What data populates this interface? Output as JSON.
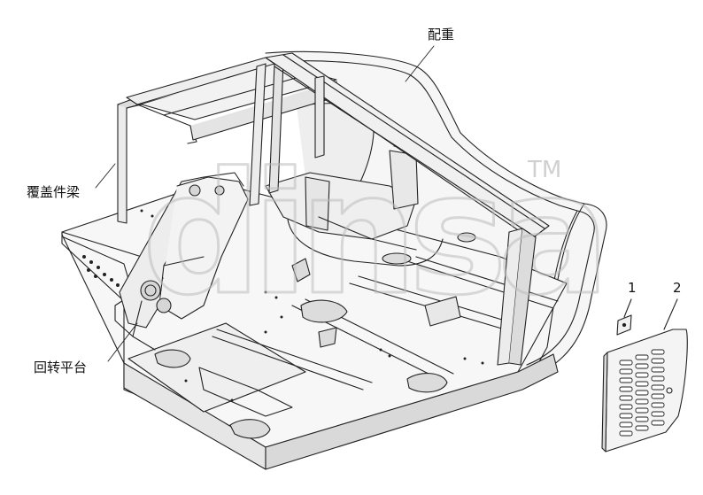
{
  "labels": {
    "counterweight": "配重",
    "cover_beam": "覆盖件梁",
    "turntable": "回转平台",
    "part1": "1",
    "part2": "2"
  },
  "watermark": {
    "text": "dinsa",
    "tm": "TM",
    "color": "#c8c8c8"
  },
  "colors": {
    "line": "#222222",
    "face_light": "#f4f4f4",
    "face_mid": "#e3e3e3",
    "face_dark": "#c9c9c9"
  }
}
